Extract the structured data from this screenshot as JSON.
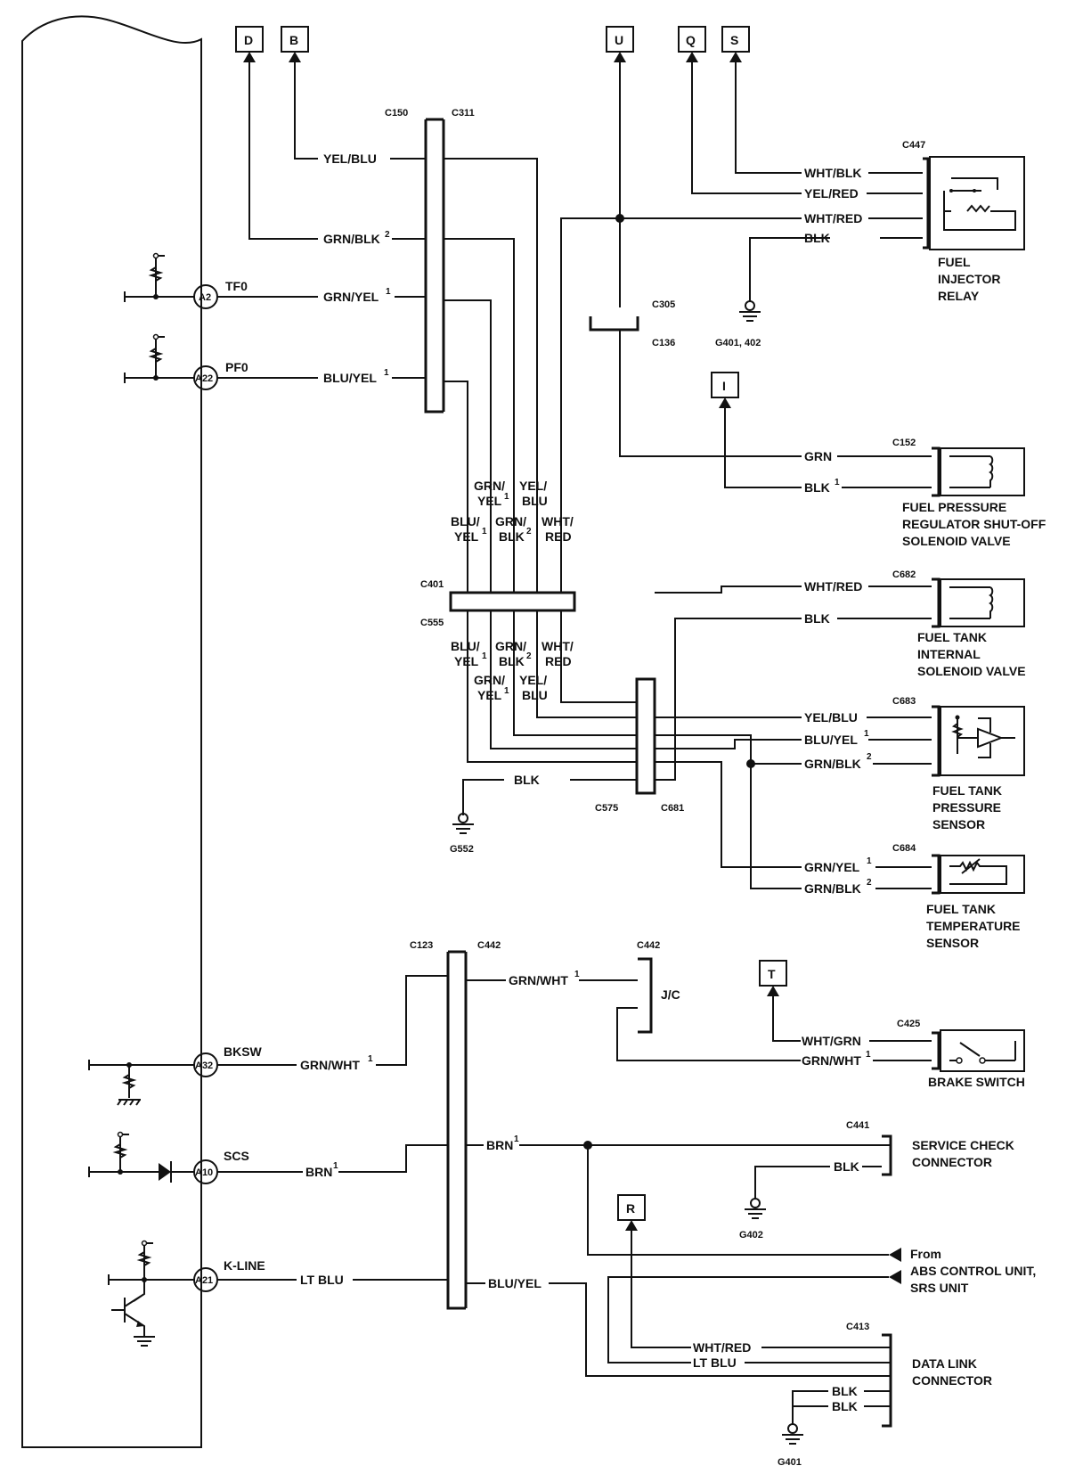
{
  "terminals": {
    "D": "D",
    "B": "B",
    "U": "U",
    "Q": "Q",
    "S": "S",
    "I": "I",
    "T": "T",
    "R": "R"
  },
  "ecm_pins": {
    "a2": "A2",
    "a2_name": "TF0",
    "a22": "A22",
    "a22_name": "PF0",
    "a32": "A32",
    "a32_name": "BKSW",
    "a10": "A10",
    "a10_name": "SCS",
    "a21": "A21",
    "a21_name": "K-LINE"
  },
  "connectors": {
    "c150": "C150",
    "c311": "C311",
    "c447": "C447",
    "c305": "C305",
    "c136": "C136",
    "c152": "C152",
    "c401": "C401",
    "c555": "C555",
    "c682": "C682",
    "c683": "C683",
    "c575": "C575",
    "c681": "C681",
    "c684": "C684",
    "c123": "C123",
    "c442": "C442",
    "c442b": "C442",
    "c425": "C425",
    "c441": "C441",
    "c413": "C413",
    "jc": "J/C"
  },
  "grounds": {
    "g401_402": "G401, 402",
    "g552": "G552",
    "g402": "G402",
    "g401": "G401"
  },
  "wires": {
    "yel_blu": "YEL/BLU",
    "grn_blk": "GRN/BLK",
    "grn_yel": "GRN/YEL",
    "blu_yel": "BLU/YEL",
    "wht_blk": "WHT/BLK",
    "yel_red": "YEL/RED",
    "wht_red": "WHT/RED",
    "blk": "BLK",
    "grn": "GRN",
    "grn_wht": "GRN/WHT",
    "wht_grn": "WHT/GRN",
    "brn": "BRN",
    "lt_blu": "LT BLU",
    "grn_part": "GRN/",
    "yel_part": "YEL/",
    "blu_part": "BLU/",
    "wht_part": "WHT/",
    "yel": "YEL",
    "blu": "BLU",
    "blk_short": "BLK",
    "red": "RED",
    "sup1": "1",
    "sup2": "2"
  },
  "components": {
    "relay_l1": "FUEL",
    "relay_l2": "INJECTOR",
    "relay_l3": "RELAY",
    "fprs_l1": "FUEL PRESSURE",
    "fprs_l2": "REGULATOR SHUT-OFF",
    "fprs_l3": "SOLENOID VALVE",
    "ftis_l1": "FUEL TANK",
    "ftis_l2": "INTERNAL",
    "ftis_l3": "SOLENOID VALVE",
    "ftps_l1": "FUEL TANK",
    "ftps_l2": "PRESSURE",
    "ftps_l3": "SENSOR",
    "ftts_l1": "FUEL TANK",
    "ftts_l2": "TEMPERATURE",
    "ftts_l3": "SENSOR",
    "brake": "BRAKE SWITCH",
    "scc_l1": "SERVICE CHECK",
    "scc_l2": "CONNECTOR",
    "from_l1": "From",
    "from_l2": "ABS CONTROL UNIT,",
    "from_l3": "SRS UNIT",
    "dlc_l1": "DATA LINK",
    "dlc_l2": "CONNECTOR"
  }
}
